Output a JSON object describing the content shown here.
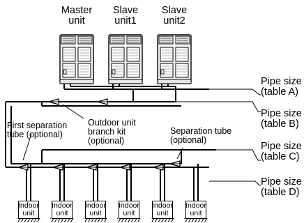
{
  "outdoor_units": [
    {
      "line1": "Master",
      "line2": "unit"
    },
    {
      "line1": "Slave",
      "line2": "unit1"
    },
    {
      "line1": "Slave",
      "line2": "unit2"
    }
  ],
  "pipe_sizes": [
    {
      "line1": "Pipe size",
      "line2": "(table A)"
    },
    {
      "line1": "Pipe size",
      "line2": "(table B)"
    },
    {
      "line1": "Pipe size",
      "line2": "(table C)"
    },
    {
      "line1": "Pipe size",
      "line2": "(table D)"
    }
  ],
  "annotations": {
    "first_separation": [
      "First separation",
      "tube (optional)"
    ],
    "outdoor_branch_kit": [
      "Outdoor unit",
      "branch kit",
      "(optional)"
    ],
    "separation_tube": [
      "Separation tube",
      "(optional)"
    ]
  },
  "indoor_units": [
    {
      "line1": "Indoor",
      "line2": "unit"
    },
    {
      "line1": "Indoor",
      "line2": "unit"
    },
    {
      "line1": "Indoor",
      "line2": "unit"
    },
    {
      "line1": "Indoor",
      "line2": "unit"
    },
    {
      "line1": "Indoor",
      "line2": "unit"
    },
    {
      "line1": "Indoor",
      "line2": "unit"
    }
  ]
}
